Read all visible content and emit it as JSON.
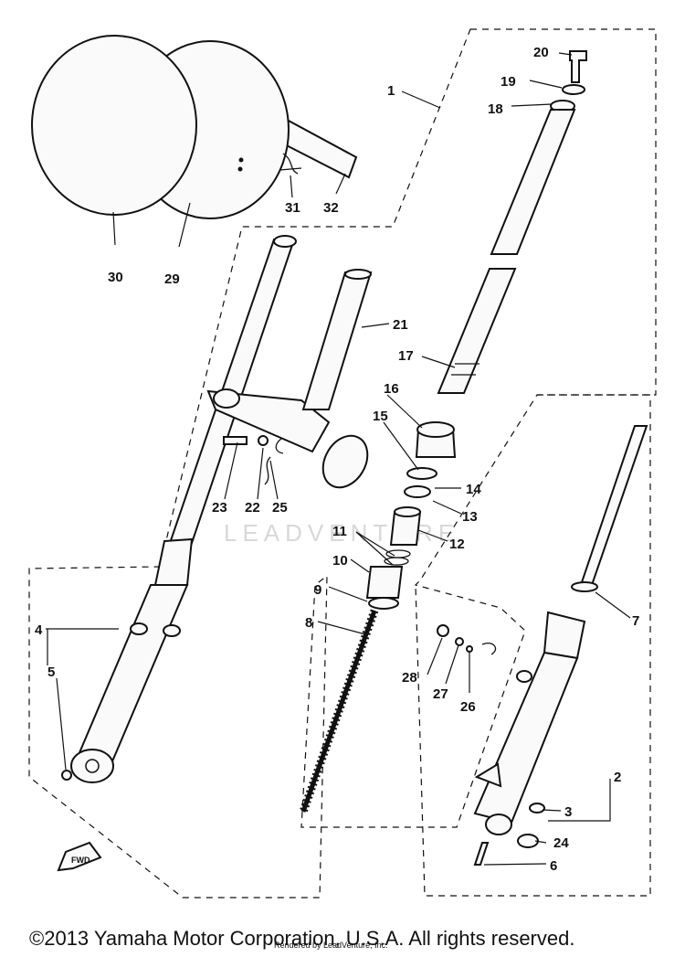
{
  "diagram": {
    "watermark": "LEADVENTURE",
    "fwd_badge": "FWD",
    "part_labels": {
      "p1": "1",
      "p2": "2",
      "p3": "3",
      "p4": "4",
      "p5": "5",
      "p6": "6",
      "p7": "7",
      "p8": "8",
      "p9": "9",
      "p10": "10",
      "p11": "11",
      "p12": "12",
      "p13": "13",
      "p14": "14",
      "p15": "15",
      "p16": "16",
      "p17": "17",
      "p18": "18",
      "p19": "19",
      "p20": "20",
      "p21": "21",
      "p22": "22",
      "p23": "23",
      "p24": "24",
      "p25": "25",
      "p26": "26",
      "p27": "27",
      "p28": "28",
      "p29": "29",
      "p30": "30",
      "p31": "31",
      "p32": "32"
    }
  },
  "footer": {
    "copyright": "©2013 Yamaha Motor Corporation, U.S.A. All rights reserved.",
    "rendered_by": "Rendered by LeadVenture, Inc."
  }
}
